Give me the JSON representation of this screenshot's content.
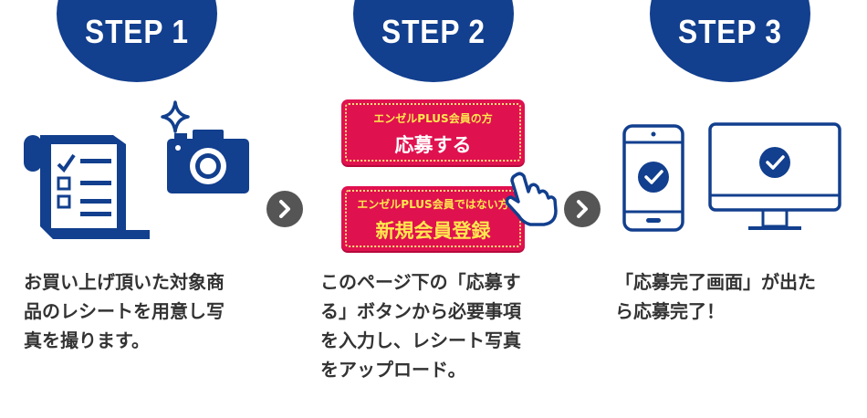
{
  "steps": [
    {
      "label": "STEP 1",
      "desc_lines": [
        "お買い上げ頂いた対象商",
        "品のレシートを用意し写",
        "真を撮ります。"
      ]
    },
    {
      "label": "STEP 2",
      "desc_lines": [
        "このページ下の「応募す",
        "る」ボタンから必要事項",
        "を入力し、レシート写真",
        "をアップロード。"
      ],
      "member_button": {
        "sub": "エンゼルPLUS会員の方",
        "main": "応募する"
      },
      "new_member_button": {
        "sub": "エンゼルPLUS会員ではない方",
        "main": "新規会員登録"
      }
    },
    {
      "label": "STEP 3",
      "desc_lines": [
        "「応募完了画面」が出た",
        "ら応募完了！"
      ]
    }
  ],
  "icons": {
    "receipt": "receipt-checklist-icon",
    "camera": "camera-icon",
    "sparkle": "sparkle-icon",
    "pointer": "hand-pointer-icon",
    "phone": "smartphone-check-icon",
    "monitor": "monitor-check-icon",
    "next": "chevron-right-icon"
  },
  "colors": {
    "brand_blue": "#123f8e",
    "cta_red": "#e0114f",
    "cta_yellow": "#ffe84d",
    "arrow_gray": "#555555",
    "text": "#333333"
  }
}
